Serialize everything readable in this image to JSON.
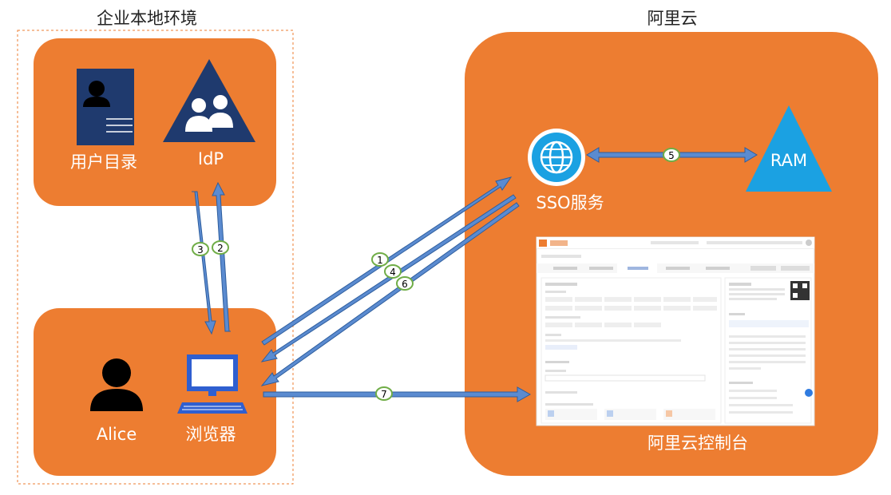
{
  "regions": {
    "enterprise": "企业本地环境",
    "aliyun": "阿里云"
  },
  "nodes": {
    "user_directory": "用户目录",
    "idp": "IdP",
    "alice": "Alice",
    "browser": "浏览器",
    "sso_service": "SSO服务",
    "ram": "RAM",
    "console": "阿里云控制台"
  },
  "steps": {
    "s1": "1",
    "s2": "2",
    "s3": "3",
    "s4": "4",
    "s5": "5",
    "s6": "6",
    "s7": "7"
  },
  "colors": {
    "region_fill": "#ED7D31",
    "arrow_fill": "#5B8BD0",
    "arrow_stroke": "#2E5E9E",
    "badge_stroke": "#70AD47",
    "idp_triangle": "#1F3A6E",
    "ram_triangle": "#1BA1E2",
    "sso_circle": "#1BA1E2",
    "browser_icon": "#2F5FD0"
  }
}
